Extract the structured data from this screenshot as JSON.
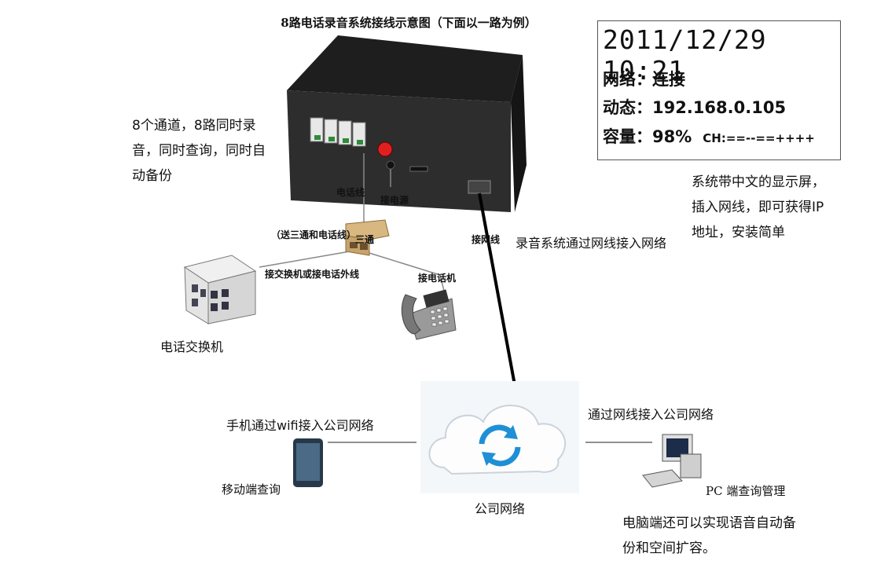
{
  "title": "8路电话录音系统接线示意图（下面以一路为例）",
  "lcd": {
    "datetime": "2011/12/29 10:21",
    "network_label": "网络：",
    "network_value": "连接",
    "dynamic_label": "动态：",
    "dynamic_value": "192.168.0.105",
    "capacity_label": "容量：",
    "capacity_value": "98%",
    "channel_status": "CH:==--==++++"
  },
  "notes": {
    "channels_line1": "8个通道，8路同时录",
    "channels_line2": "音，同时查询，同时自",
    "channels_line3": "动备份",
    "display_line1": "系统带中文的显示屏，",
    "display_line2": "插入网线，即可获得IP",
    "display_line3": "地址，安装简单",
    "network_access": "录音系统通过网线接入网络",
    "wifi_access": "手机通过wifi接入公司网络",
    "lan_access": "通过网线接入公司网络",
    "pc_extra_line1": "电脑端还可以实现语音自动备",
    "pc_extra_line2": "份和空间扩容。"
  },
  "labels": {
    "phone_line": "电话线",
    "power": "接电源",
    "splitter_note": "（送三通和电话线）",
    "splitter": "三通",
    "to_exchange": "接交换机或接电话外线",
    "to_phone": "接电话机",
    "lan_cable": "接网线",
    "exchange": "电话交换机",
    "company_network": "公司网络",
    "mobile_query": "移动端查询",
    "pc_query": "PC 端查询管理"
  },
  "colors": {
    "device_body": "#2b2b2b",
    "cloud_arrow": "#1f8fd6",
    "cable": "#000000"
  }
}
